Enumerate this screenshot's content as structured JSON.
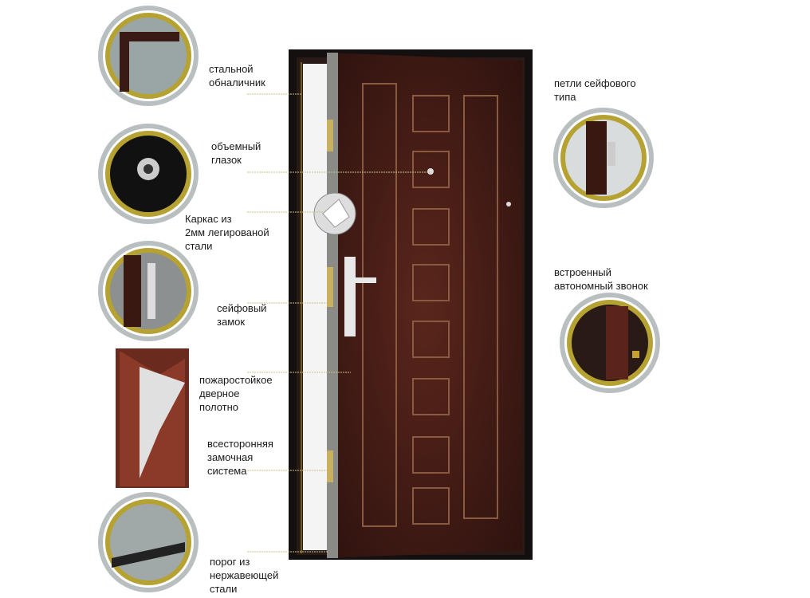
{
  "colors": {
    "accent": "#b5a232",
    "door": "#4a1e18",
    "frame": "#1a1212",
    "ring_gray": "#b9bfc0"
  },
  "labels": {
    "casing": [
      "стальной",
      "обналичник"
    ],
    "peephole": [
      "объемный",
      "глазок"
    ],
    "frame": [
      "Каркас из",
      "2мм легированой",
      "стали"
    ],
    "lock": [
      "сейфовый",
      "замок"
    ],
    "leaf": [
      "пожаростойкое",
      "дверное",
      "полотно"
    ],
    "locking": [
      "всесторонняя",
      "замочная",
      "система"
    ],
    "threshold": [
      "порог из",
      "нержавеющей",
      "стали"
    ],
    "hinges": [
      "петли сейфового",
      "типа"
    ],
    "bell": [
      "встроенный",
      "автономный звонок"
    ]
  }
}
